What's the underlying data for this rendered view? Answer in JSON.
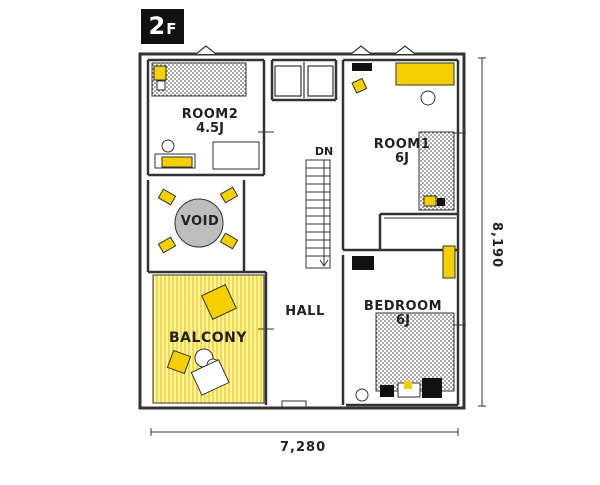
{
  "floor": {
    "number": "2",
    "suffix": "F"
  },
  "rooms": {
    "room2": {
      "name": "ROOM2",
      "size": "4.5J"
    },
    "room1": {
      "name": "ROOM1",
      "size": "6J"
    },
    "bedroom": {
      "name": "BEDROOM",
      "size": "6J"
    },
    "void": {
      "name": "VOID"
    },
    "balcony": {
      "name": "BALCONY"
    },
    "hall": {
      "name": "HALL"
    }
  },
  "stairs": {
    "direction": "DN"
  },
  "dimensions": {
    "width": "7,280",
    "depth": "8,190"
  },
  "colors": {
    "accent": "#f4d000",
    "wall": "#333333",
    "furniture": "#111111",
    "balcony_stripe": "#f6dc3a"
  }
}
